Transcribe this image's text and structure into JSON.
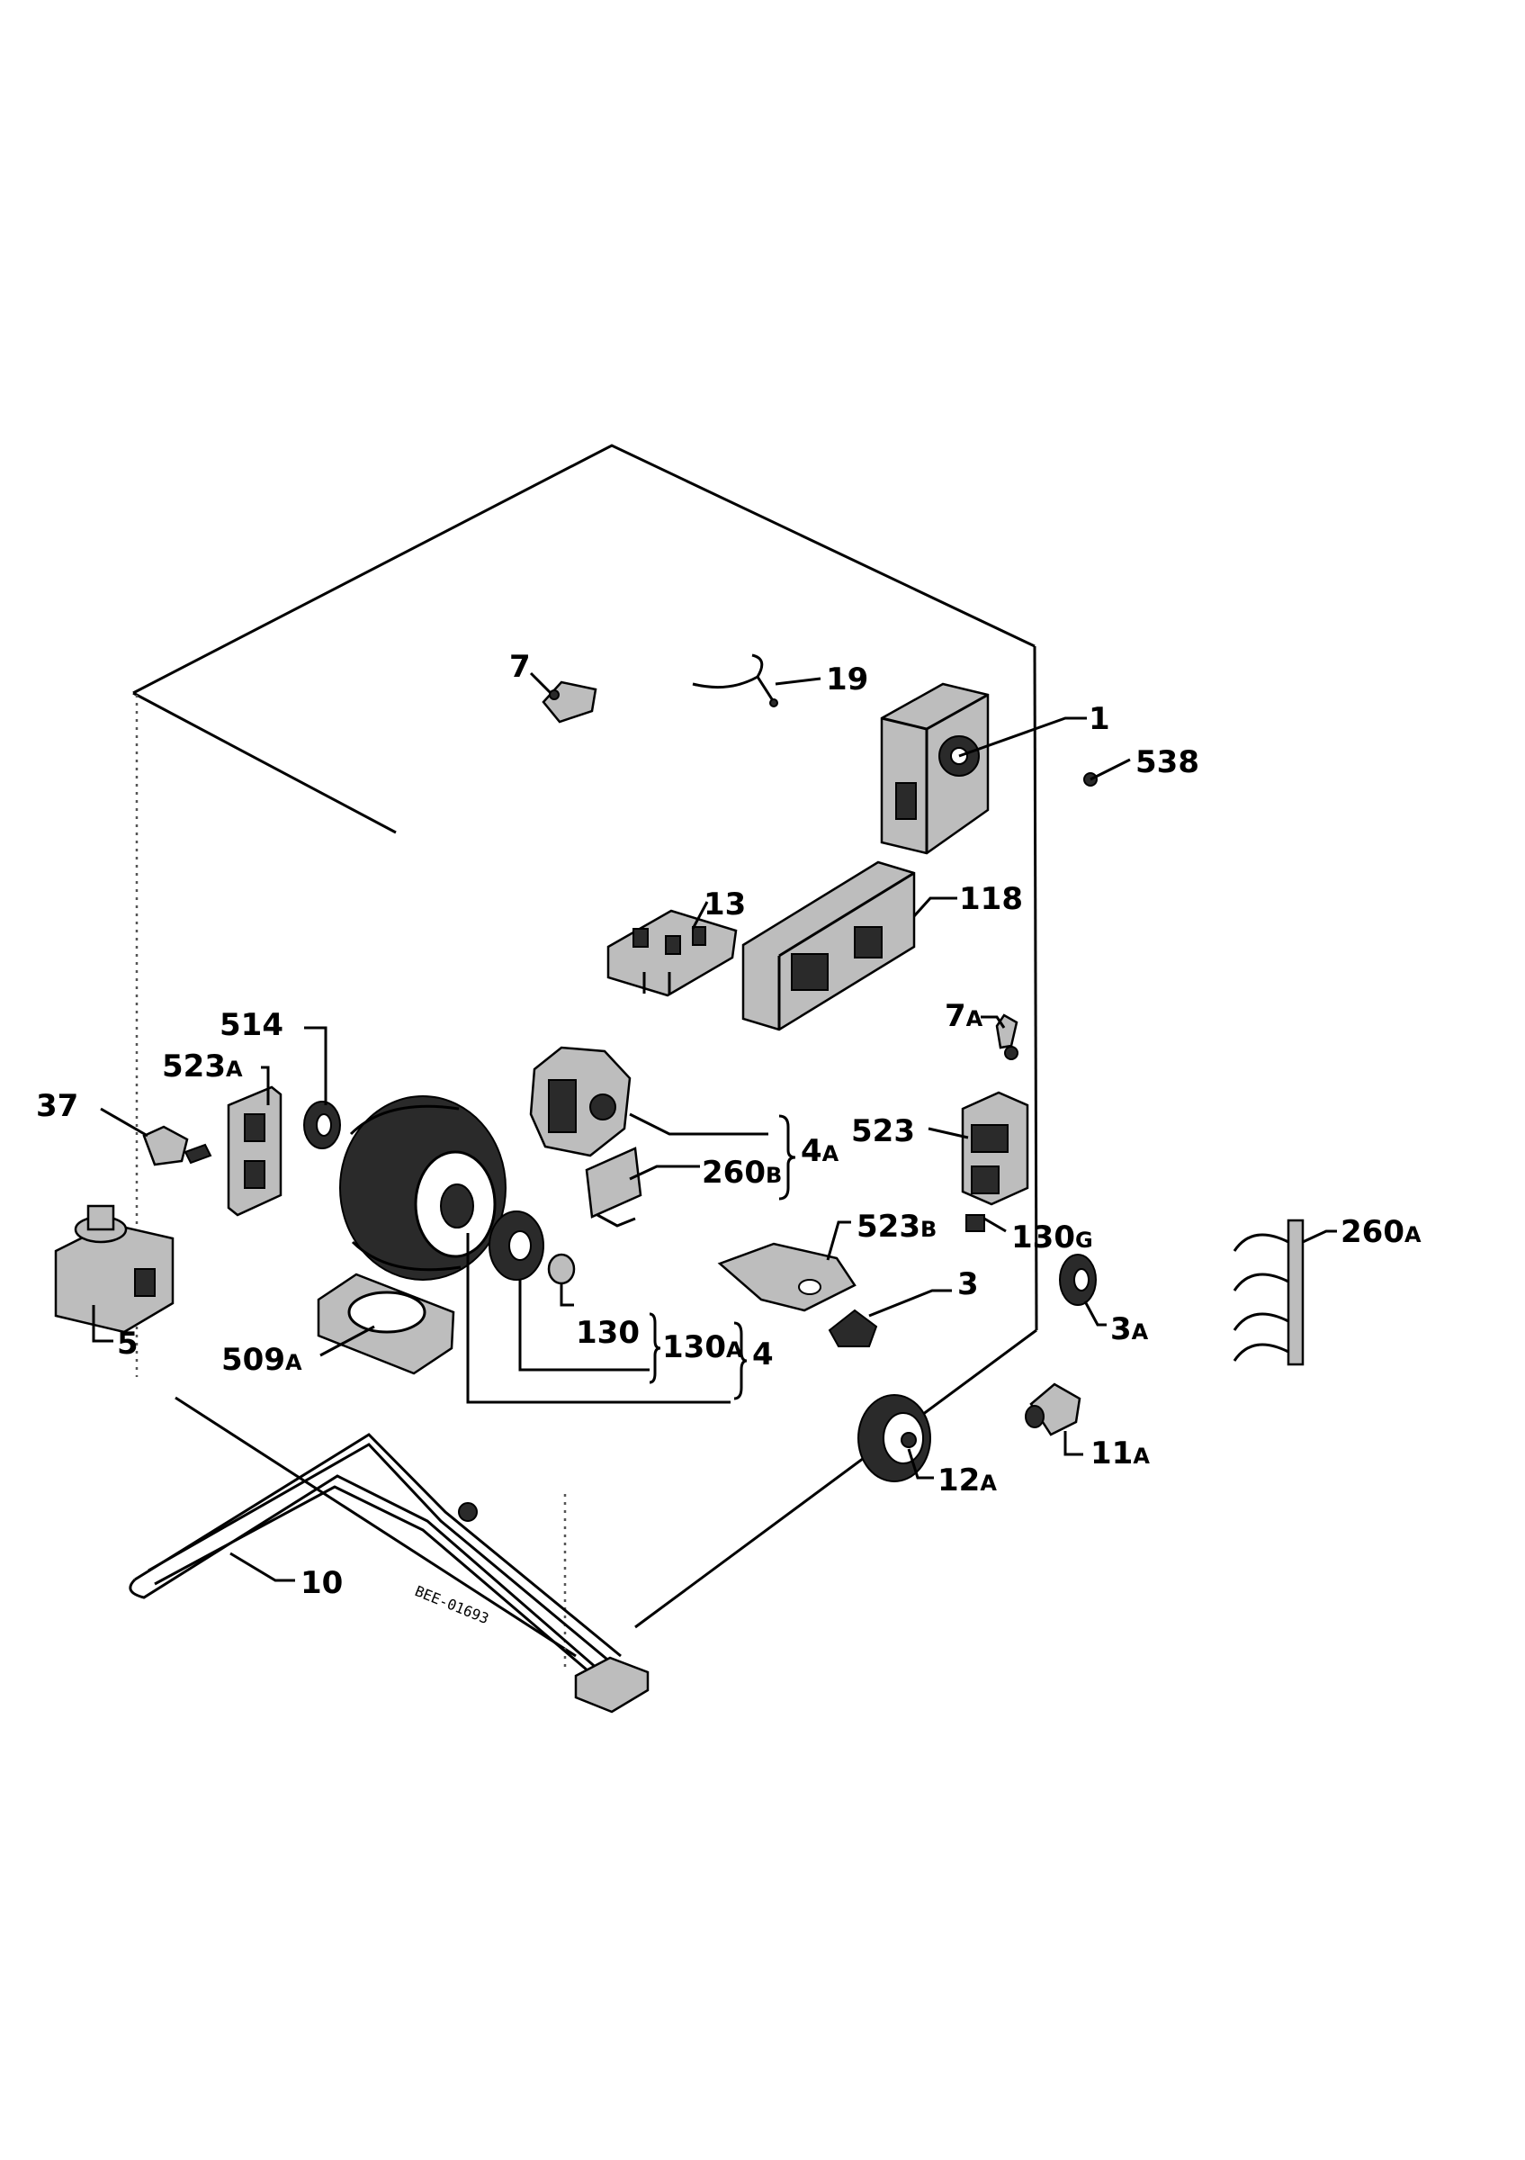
{
  "diagram": {
    "stamp": "BEE-01693",
    "parts": [
      {
        "id": "7",
        "label": "7"
      },
      {
        "id": "19",
        "label": "19"
      },
      {
        "id": "1",
        "label": "1"
      },
      {
        "id": "538",
        "label": "538"
      },
      {
        "id": "13",
        "label": "13"
      },
      {
        "id": "118",
        "label": "118"
      },
      {
        "id": "7A",
        "label": "7",
        "suffix": "A"
      },
      {
        "id": "514",
        "label": "514"
      },
      {
        "id": "523A",
        "label": "523",
        "suffix": "A"
      },
      {
        "id": "37",
        "label": "37"
      },
      {
        "id": "4A",
        "label": "4",
        "suffix": "A"
      },
      {
        "id": "523",
        "label": "523"
      },
      {
        "id": "260B",
        "label": "260",
        "suffix": "B"
      },
      {
        "id": "130G",
        "label": "130",
        "suffix": "G"
      },
      {
        "id": "523B",
        "label": "523",
        "suffix": "B"
      },
      {
        "id": "260A",
        "label": "260",
        "suffix": "A"
      },
      {
        "id": "3",
        "label": "3"
      },
      {
        "id": "3A",
        "label": "3",
        "suffix": "A"
      },
      {
        "id": "5",
        "label": "5"
      },
      {
        "id": "509A",
        "label": "509",
        "suffix": "A"
      },
      {
        "id": "130",
        "label": "130"
      },
      {
        "id": "130A",
        "label": "130",
        "suffix": "A"
      },
      {
        "id": "4",
        "label": "4"
      },
      {
        "id": "11A",
        "label": "11",
        "suffix": "A"
      },
      {
        "id": "12A",
        "label": "12",
        "suffix": "A"
      },
      {
        "id": "10",
        "label": "10"
      }
    ]
  }
}
